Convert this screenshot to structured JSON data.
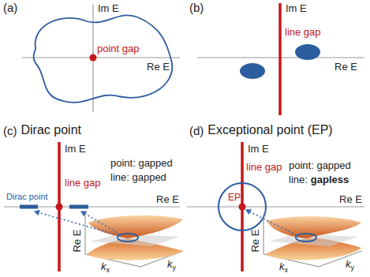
{
  "diagram": {
    "labels": [
      "(a)",
      "Im E",
      "Re E",
      "point gap",
      "(b)",
      "Im E",
      "Re E",
      "line gap",
      "(c)",
      "Dirac point",
      "Im E",
      "Re E",
      "Dirac point",
      "line gap",
      "point: gapped",
      "line: gapped",
      "Re E",
      "k",
      "x",
      "k",
      "y",
      "(d)",
      "Exceptional point (EP)",
      "Im E",
      "Re E",
      "EP",
      "line gap",
      "point: gapped",
      "line:",
      "gapless",
      "Re E",
      "k",
      "x",
      "k",
      "y"
    ]
  }
}
